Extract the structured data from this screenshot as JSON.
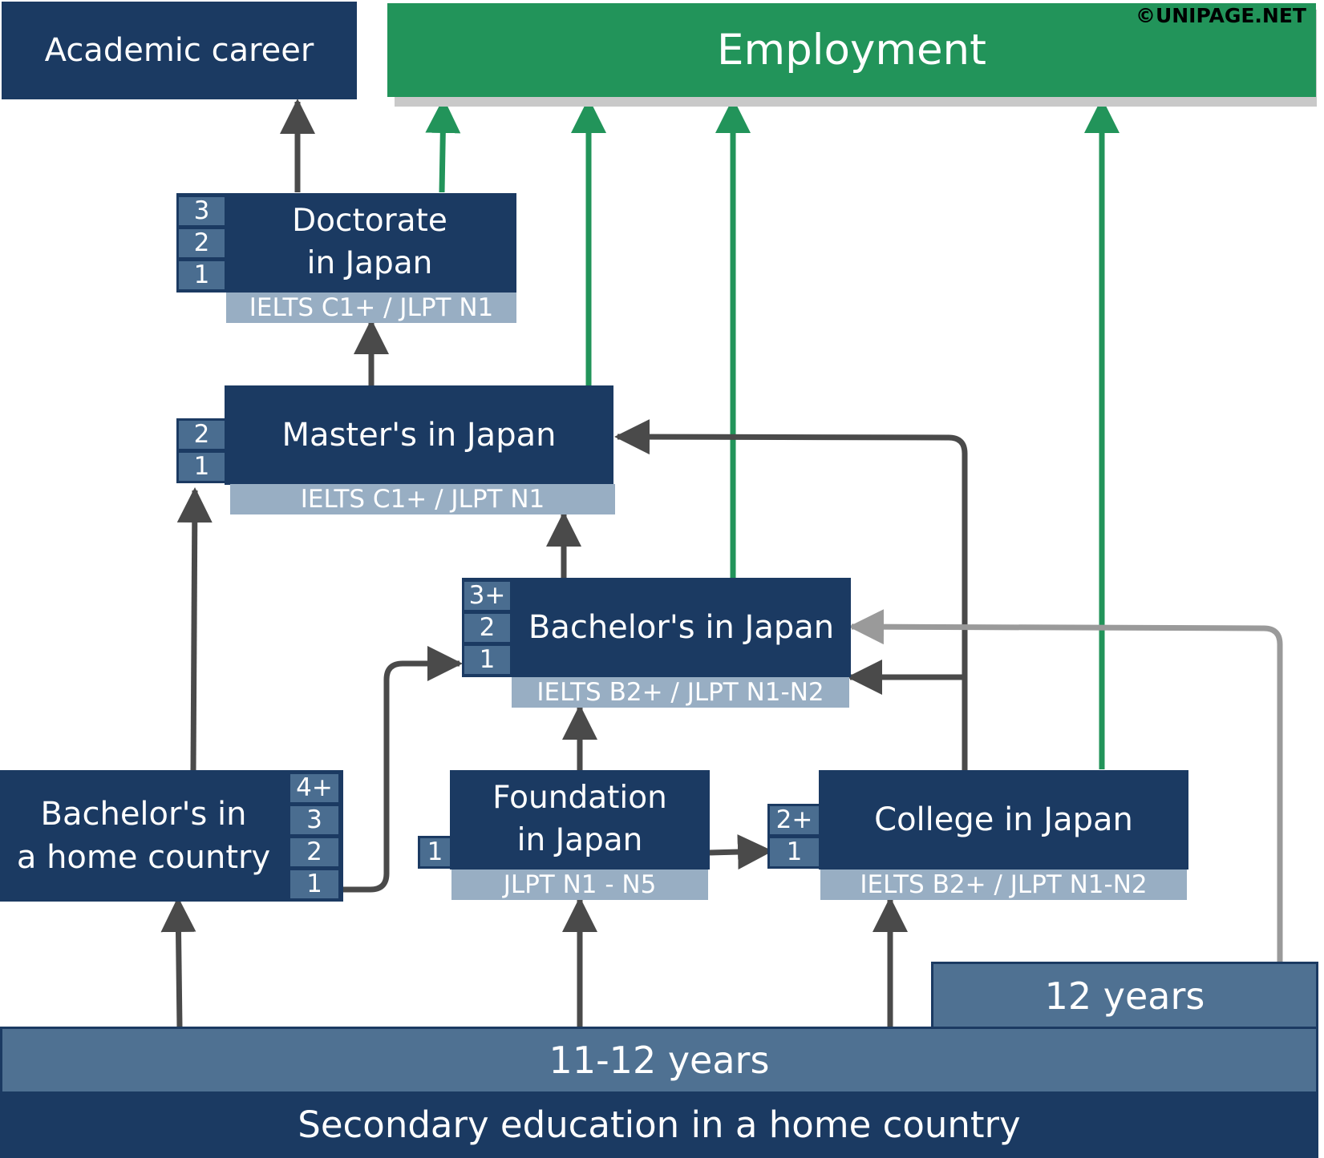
{
  "watermark": "©UNIPAGE.NET",
  "academic_career": "Academic career",
  "employment": "Employment",
  "doctorate": {
    "line1": "Doctorate",
    "line2": "in Japan",
    "years": [
      "3",
      "2",
      "1"
    ],
    "requirement": "IELTS C1+ / JLPT N1"
  },
  "masters": {
    "label": "Master's in Japan",
    "years": [
      "2",
      "1"
    ],
    "requirement": "IELTS C1+ / JLPT N1"
  },
  "bachelor_japan": {
    "label": "Bachelor's in Japan",
    "years": [
      "3+",
      "2",
      "1"
    ],
    "requirement": "IELTS B2+ / JLPT N1-N2"
  },
  "bachelor_home": {
    "line1": "Bachelor's in",
    "line2": "a home country",
    "years": [
      "4+",
      "3",
      "2",
      "1"
    ]
  },
  "foundation": {
    "line1": "Foundation",
    "line2": "in Japan",
    "years": [
      "1"
    ],
    "requirement": "JLPT N1 - N5"
  },
  "college": {
    "label": "College in Japan",
    "years": [
      "2+",
      "1"
    ],
    "requirement": "IELTS B2+ / JLPT N1-N2"
  },
  "years_12": "12 years",
  "years_11_12": "11-12 years",
  "secondary": "Secondary education in a home country",
  "colors": {
    "navy": "#1b3a62",
    "green": "#22945a",
    "steel": "#4f7192",
    "light": "#98aec3",
    "arrow_dark": "#4a4a4a",
    "arrow_gray": "#9a9a9a"
  }
}
